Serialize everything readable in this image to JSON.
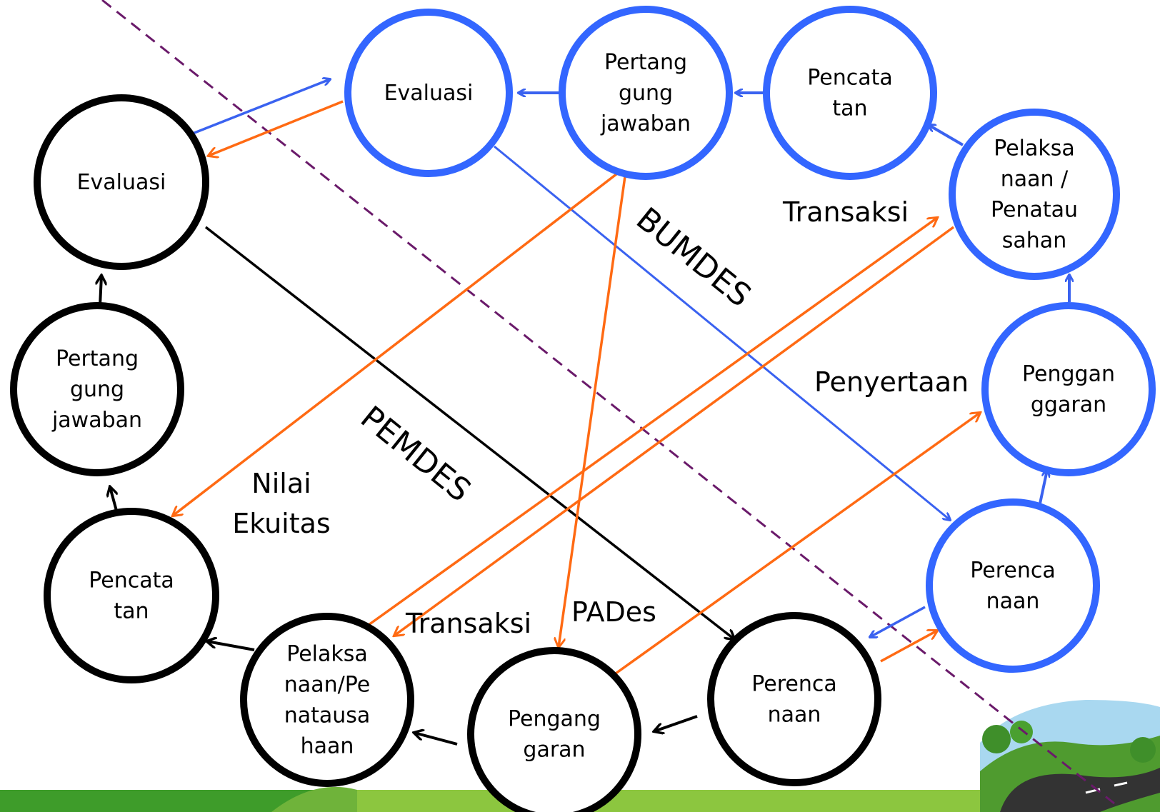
{
  "colors": {
    "bumdes_stroke": "#3366ff",
    "bumdes_arrow": "#3a62f0",
    "pemdes_stroke": "#000000",
    "cross_arrow": "#ff6a13",
    "divider": "#6a1a6a",
    "footer_dark": "#3e9c2a",
    "footer_light": "#8cc63f"
  },
  "bumdes": {
    "evaluasi": [
      "Evaluasi"
    ],
    "pertanggungjawaban": [
      "Pertang",
      "gung",
      "jawaban"
    ],
    "pencatatan": [
      "Pencata",
      "tan"
    ],
    "pelaksanaan": [
      "Pelaksa",
      "naan /",
      "Penatau",
      "sahan"
    ],
    "penganggaran": [
      "Penggan",
      "ggaran"
    ],
    "perencanaan": [
      "Perenca",
      "naan"
    ]
  },
  "pemdes": {
    "evaluasi": [
      "Evaluasi"
    ],
    "pertanggungjawaban": [
      "Pertang",
      "gung",
      "jawaban"
    ],
    "pencatatan": [
      "Pencata",
      "tan"
    ],
    "pelaksanaan": [
      "Pelaksa",
      "naan/Pe",
      "natausa",
      "haan"
    ],
    "penganggaran": [
      "Pengang",
      "garan"
    ],
    "perencanaan": [
      "Perenca",
      "naan"
    ]
  },
  "labels": {
    "bumdes": "BUMDES",
    "pemdes": "PEMDES",
    "transaksi_top": "Transaksi",
    "penyertaan": "Penyertaan",
    "nilai_ekuitas": [
      "Nilai",
      "Ekuitas"
    ],
    "transaksi_bottom": "Transaksi",
    "pades": "PADes"
  }
}
